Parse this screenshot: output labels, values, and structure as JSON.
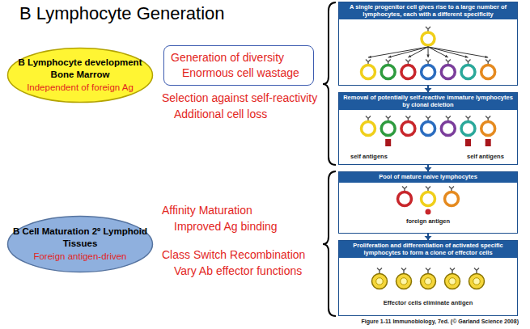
{
  "diagram": {
    "title": "B Lymphocyte Generation",
    "caption": "Figure 1-11 Immunobiology, 7ed. (© Garland Science 2008)",
    "nodes": [
      {
        "text": [
          "B Lymphocyte development Bone Marrow",
          "Independent of foreign Ag"
        ]
      },
      {
        "text": [
          "Generation of diversity",
          "Enormous cell wastage"
        ]
      },
      {
        "text": [
          "B Cell Maturation 2º Lymphoid Tissues",
          "Foreign antigen-driven"
        ]
      },
      {
        "text": [
          "A single progenitor cell gives rise to a large number of lymphocytes, each with a different specificity"
        ]
      },
      {
        "text": [
          "Removal of potentially self-reactive immature lymphocytes by clonal deletion",
          "self antigens",
          "self antigens"
        ]
      },
      {
        "text": [
          "Pool of mature naive lymphocytes",
          "foreign antigen"
        ]
      },
      {
        "text": [
          "Proliferation and differentiation of activated specific lymphocytes to form a clone of effector cells",
          "Effector cells eliminate antigen"
        ]
      }
    ],
    "edges": [
      {
        "from": 3,
        "to": 4,
        "arrow": "to"
      },
      {
        "from": 4,
        "to": 5,
        "arrow": "to"
      },
      {
        "from": 5,
        "to": 6,
        "arrow": "to"
      }
    ],
    "labels": [
      "Selection against self-reactivity",
      "Additional cell loss",
      "Affinity Maturation",
      "Improved Ag binding",
      "Class Switch Recombination",
      "Vary Ab effector functions"
    ]
  }
}
